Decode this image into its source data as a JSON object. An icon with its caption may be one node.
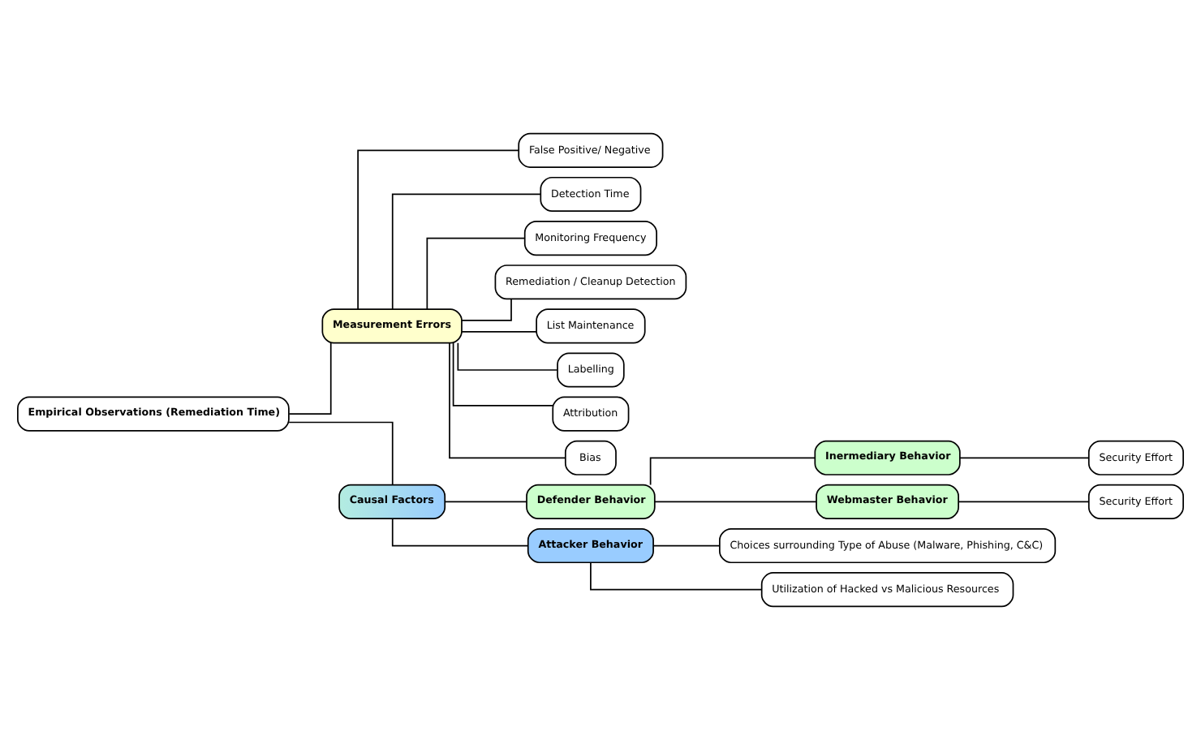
{
  "diagram": {
    "nodes": [
      {
        "text": [
          "Empirical Observations (Remediation Time)"
        ]
      },
      {
        "text": [
          "Measurement Errors"
        ]
      },
      {
        "text": [
          "Causal Factors"
        ]
      },
      {
        "text": [
          "False Positive/ Negative"
        ]
      },
      {
        "text": [
          "Detection Time"
        ]
      },
      {
        "text": [
          "Monitoring Frequency"
        ]
      },
      {
        "text": [
          "Remediation / Cleanup Detection"
        ]
      },
      {
        "text": [
          "List Maintenance"
        ]
      },
      {
        "text": [
          "Labelling"
        ]
      },
      {
        "text": [
          "Attribution"
        ]
      },
      {
        "text": [
          "Bias"
        ]
      },
      {
        "text": [
          "Defender Behavior"
        ]
      },
      {
        "text": [
          "Attacker Behavior"
        ]
      },
      {
        "text": [
          "Inermediary Behavior"
        ]
      },
      {
        "text": [
          "Webmaster Behavior"
        ]
      },
      {
        "text": [
          "Security Effort"
        ]
      },
      {
        "text": [
          "Security Effort"
        ]
      },
      {
        "text": [
          "Choices surrounding Type of Abuse (Malware, Phishing, C&C)"
        ]
      },
      {
        "text": [
          "Utilization of Hacked vs Malicious Resources"
        ]
      }
    ],
    "edges": [
      {
        "from": 0,
        "to": 1,
        "arrow": "none"
      },
      {
        "from": 0,
        "to": 2,
        "arrow": "none"
      },
      {
        "from": 1,
        "to": 3,
        "arrow": "none"
      },
      {
        "from": 1,
        "to": 4,
        "arrow": "none"
      },
      {
        "from": 1,
        "to": 5,
        "arrow": "none"
      },
      {
        "from": 1,
        "to": 6,
        "arrow": "none"
      },
      {
        "from": 1,
        "to": 7,
        "arrow": "none"
      },
      {
        "from": 1,
        "to": 8,
        "arrow": "none"
      },
      {
        "from": 1,
        "to": 9,
        "arrow": "none"
      },
      {
        "from": 1,
        "to": 10,
        "arrow": "none"
      },
      {
        "from": 2,
        "to": 11,
        "arrow": "none"
      },
      {
        "from": 2,
        "to": 12,
        "arrow": "none"
      },
      {
        "from": 11,
        "to": 13,
        "arrow": "none"
      },
      {
        "from": 11,
        "to": 14,
        "arrow": "none"
      },
      {
        "from": 13,
        "to": 15,
        "arrow": "none"
      },
      {
        "from": 14,
        "to": 16,
        "arrow": "none"
      },
      {
        "from": 12,
        "to": 17,
        "arrow": "none"
      },
      {
        "from": 12,
        "to": 18,
        "arrow": "none"
      }
    ]
  }
}
